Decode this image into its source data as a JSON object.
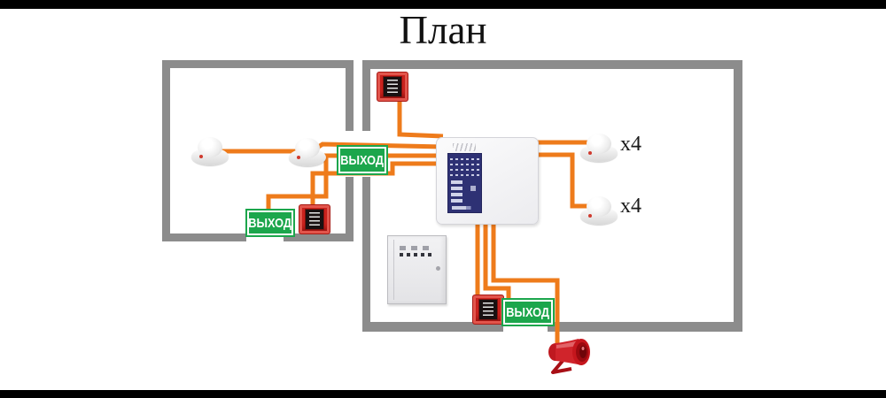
{
  "title": "План",
  "exit_sign": {
    "label": "ВЫХОД"
  },
  "detector_groups": {
    "top_label": "x4",
    "bottom_label": "x4"
  },
  "colors": {
    "wall": "#8c8c8c",
    "wire": "#ee7b1b",
    "green": "#1ca64c",
    "red": "#cf241f",
    "navy": "#2e3174",
    "siren": "#c5161d",
    "title": "#111111",
    "letterbox": "#000000"
  },
  "icons": {
    "smoke_detector": "white-dome-ellipse",
    "manual_call_point": "red-square-button",
    "exit_sign": "green-rect-white-border",
    "control_panel": "white-panel-blue-keypad",
    "power_supply": "gray-cabinet",
    "siren": "red-horn"
  }
}
